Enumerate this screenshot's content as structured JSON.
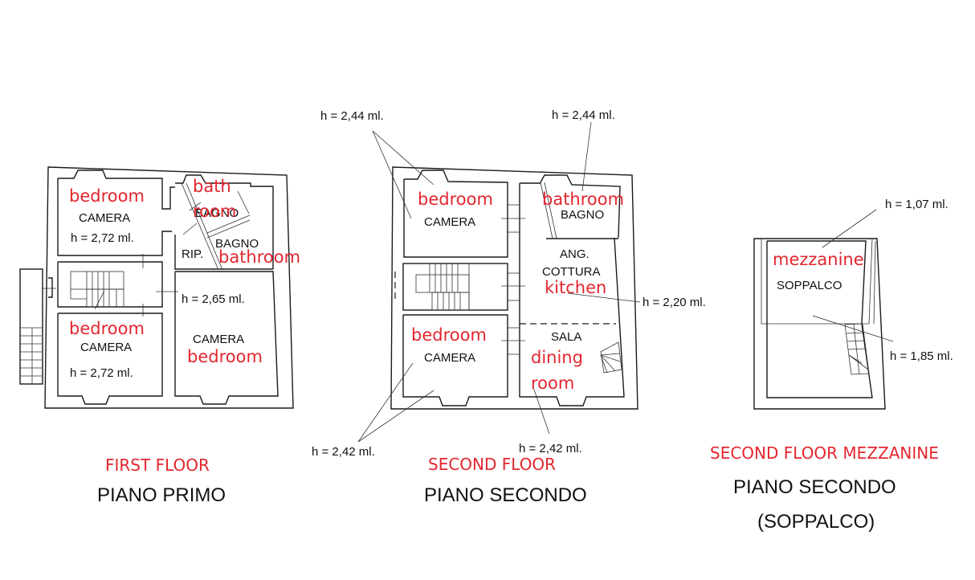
{
  "colors": {
    "annotation": "#e3262f",
    "drawing": "#1a1a1a",
    "background": "#ffffff"
  },
  "plans": {
    "first_floor": {
      "title_en": "FIRST FLOOR",
      "title_it": "PIANO PRIMO",
      "rooms": [
        {
          "it": "CAMERA",
          "en": "bedroom",
          "height": "h = 2,72 ml."
        },
        {
          "it": "BAGNO",
          "en": "bath room"
        },
        {
          "it": "BAGNO",
          "en": "bathroom"
        },
        {
          "it": "RIP."
        },
        {
          "it": "CAMERA",
          "en": "bedroom",
          "height": "h = 2,72 ml."
        },
        {
          "it": "CAMERA",
          "en": "bedroom",
          "height": "h = 2,65 ml."
        }
      ],
      "en_bath_line1": "bath",
      "en_bath_line2": "room"
    },
    "second_floor": {
      "title_en": "SECOND FLOOR",
      "title_it": "PIANO SECONDO",
      "rooms": [
        {
          "it": "CAMERA",
          "en": "bedroom"
        },
        {
          "it": "BAGNO",
          "en": "bathroom"
        },
        {
          "it": "ANG.",
          "it2": "COTTURA",
          "en": "kitchen"
        },
        {
          "it": "CAMERA",
          "en": "bedroom"
        },
        {
          "it": "SALA",
          "en": "dining",
          "en2": "room"
        }
      ],
      "heights": [
        "h = 2,44 ml.",
        "h = 2,44 ml.",
        "h = 2,20 ml.",
        "h = 2,42 ml.",
        "h = 2,42 ml."
      ]
    },
    "mezzanine": {
      "title_en": "SECOND FLOOR MEZZANINE",
      "title_it": "PIANO SECONDO",
      "title_it2": "(SOPPALCO)",
      "rooms": [
        {
          "it": "SOPPALCO",
          "en": "mezzanine"
        }
      ],
      "heights": [
        "h = 1,07 ml.",
        "h = 1,85 ml."
      ]
    }
  }
}
